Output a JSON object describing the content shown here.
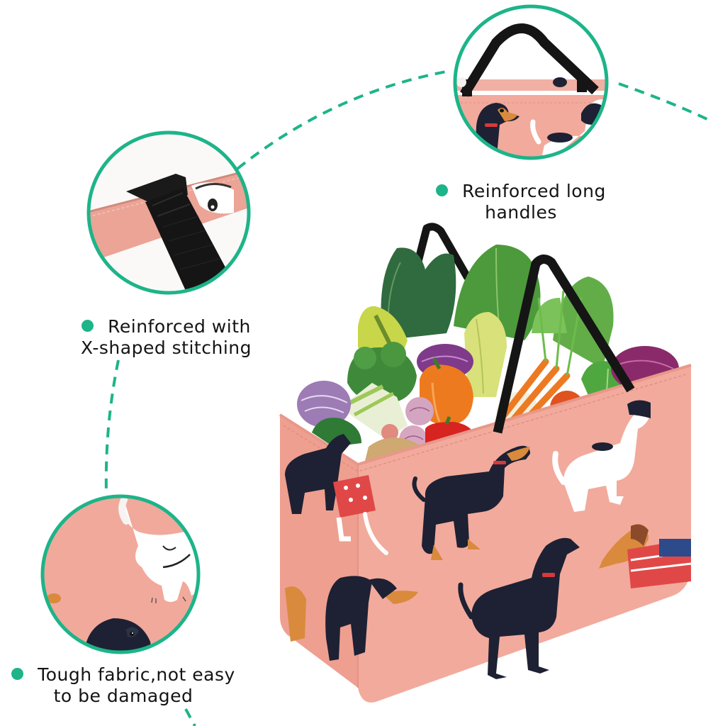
{
  "theme": {
    "accent": "#1db489",
    "bag_pink": "#f2aa9c",
    "strap_black": "#151515",
    "text": "#141414"
  },
  "features": [
    {
      "id": "handles",
      "icon": "bullet-dot",
      "line1": "Reinforced long",
      "line2": "handles",
      "detail": "strap-handles-closeup"
    },
    {
      "id": "stitching",
      "icon": "bullet-dot",
      "line1": "Reinforced with",
      "line2": "X-shaped stitching",
      "detail": "strap-stitch-closeup"
    },
    {
      "id": "fabric",
      "icon": "bullet-dot",
      "line1": "Tough fabric,not easy",
      "line2": "to be damaged",
      "detail": "fabric-texture-closeup"
    }
  ],
  "product": {
    "type": "collapsible shopping basket tote",
    "pattern": "dachshund dogs on pink",
    "contents": "fresh vegetables"
  }
}
